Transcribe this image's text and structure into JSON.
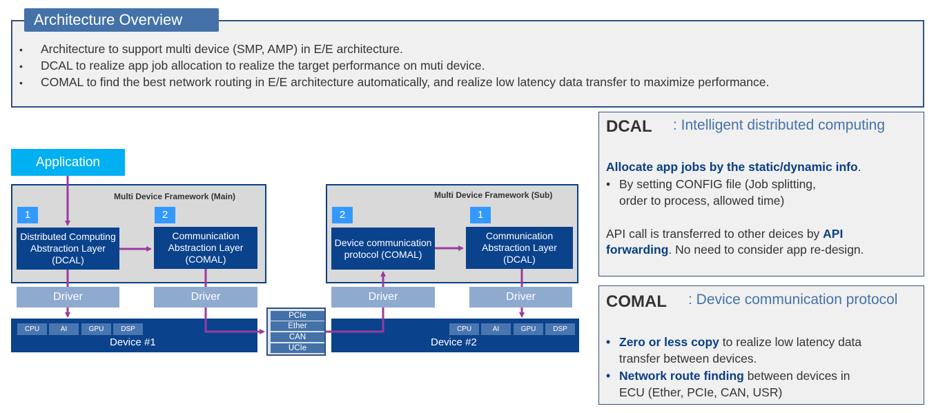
{
  "overview": {
    "title": "Architecture Overview",
    "bullet_glyph": "•",
    "items": [
      "Architecture to support multi device (SMP, AMP) in E/E architecture.",
      "DCAL to realize app job allocation to realize the target performance on muti device.",
      "COMAL to find the best network routing in E/E architecture automatically, and realize low latency data transfer to maximize performance."
    ]
  },
  "diagram": {
    "application": "Application",
    "main_frame": {
      "title": "Multi Device Framework (Main)",
      "layers": [
        {
          "number": "1",
          "label": "Distributed Computing Abstraction Layer (DCAL)"
        },
        {
          "number": "2",
          "label": "Communication Abstraction Layer (COMAL)"
        }
      ],
      "drivers": [
        "Driver",
        "Driver"
      ]
    },
    "sub_frame": {
      "title": "Multi Device Framework (Sub)",
      "layers": [
        {
          "number": "2",
          "label": "Device communication protocol (COMAL)"
        },
        {
          "number": "1",
          "label": "Communication Abstraction Layer (DCAL)"
        }
      ],
      "drivers": [
        "Driver",
        "Driver"
      ]
    },
    "device1": {
      "label": "Device #1",
      "chips": [
        "CPU",
        "AI",
        "GPU",
        "DSP"
      ]
    },
    "device2": {
      "label": "Device #2",
      "chips": [
        "CPU",
        "AI",
        "GPU",
        "DSP"
      ]
    },
    "interfaces": [
      "PCIe",
      "Ether",
      "CAN",
      "UCIe"
    ],
    "colors": {
      "arrow": "#9b3a9c",
      "layer": "#0a428c",
      "application": "#00b0f0",
      "number_badge": "#3399ff"
    }
  },
  "dcal_panel": {
    "heading": "DCAL",
    "subtitle": ": Intelligent distributed computing",
    "lead_bold": "Allocate app jobs by the static/dynamic info",
    "lead_end": ".",
    "bullet_glyph": "•",
    "bullet_line1": "By setting CONFIG file (Job splitting,",
    "bullet_line2": "order to process, allowed time)",
    "api_text1": "API call is transferred to other deices by ",
    "api_bold1": "API",
    "api_bold2": "forwarding",
    "api_text2": ". No need to consider app re-design."
  },
  "comal_panel": {
    "heading": "COMAL",
    "subtitle": ": Device communication protocol",
    "bullet_glyph": "•",
    "bullets": [
      {
        "bold": "Zero or less copy",
        "text": " to realize low latency data",
        "line2": "transfer between devices."
      },
      {
        "bold": "Network route finding",
        "text": " between devices in",
        "line2": "ECU (Ether, PCIe, CAN, USR)"
      }
    ]
  }
}
